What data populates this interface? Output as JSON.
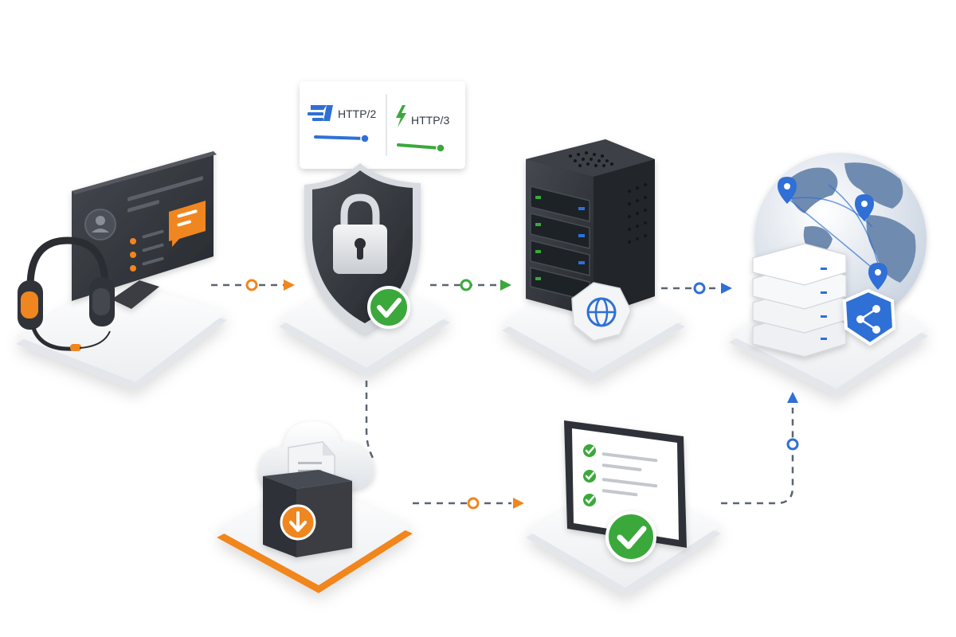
{
  "protocol_panel": {
    "left_label": "HTTP/2",
    "right_label": "HTTP/3",
    "left_icon": "speed-lines-icon",
    "right_icon": "lightning-bolt-icon",
    "left_color": "#2f6fd6",
    "right_color": "#3ba83b"
  },
  "nodes": [
    {
      "id": "support-agent",
      "icon": "monitor-headset-icon"
    },
    {
      "id": "security",
      "icon": "shield-lock-icon"
    },
    {
      "id": "web-server",
      "icon": "server-rack-icon"
    },
    {
      "id": "global-cdn",
      "icon": "globe-storage-icon"
    },
    {
      "id": "cloud-download",
      "icon": "cloud-archive-download-icon"
    },
    {
      "id": "verification",
      "icon": "checklist-screen-icon"
    }
  ],
  "colors": {
    "orange": "#f0861f",
    "green": "#3ba83b",
    "blue": "#2f6fd6",
    "dark": "#2f3238",
    "connector-gray": "#5b6472"
  }
}
